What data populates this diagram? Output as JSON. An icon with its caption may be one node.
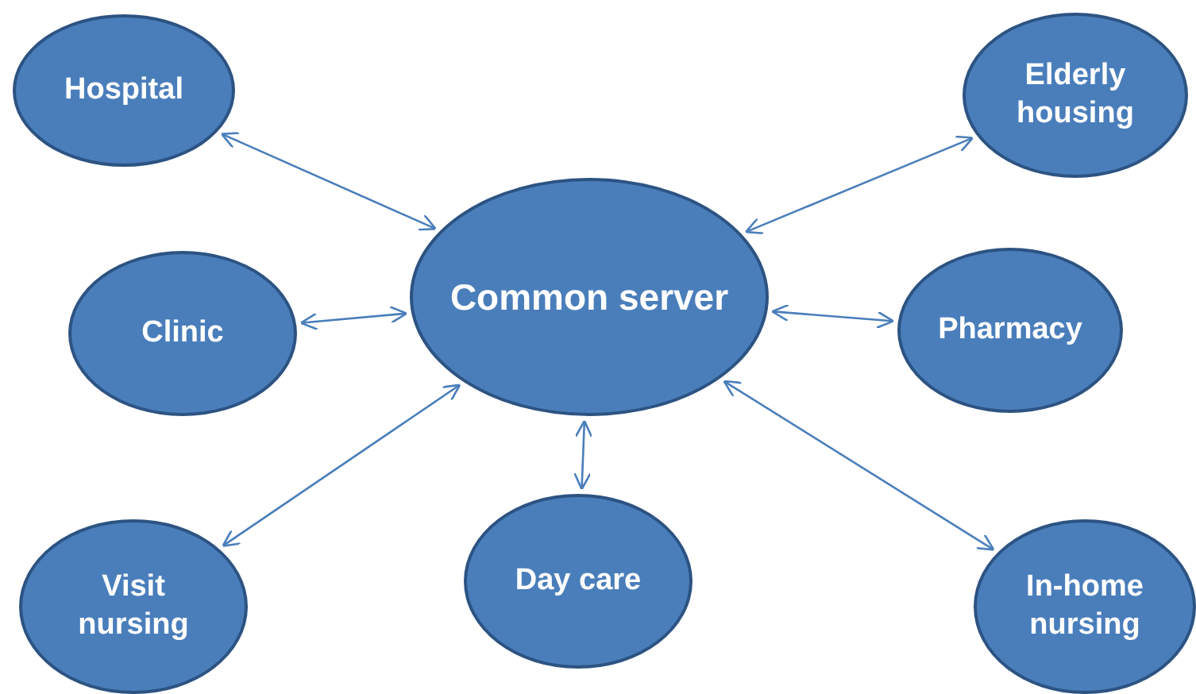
{
  "diagram": {
    "nodes": [
      {
        "text": [
          "Hospital"
        ]
      },
      {
        "text": [
          "Elderly housing"
        ]
      },
      {
        "text": [
          "Common server"
        ]
      },
      {
        "text": [
          "Clinic"
        ]
      },
      {
        "text": [
          "Pharmacy"
        ]
      },
      {
        "text": [
          "Visit nursing"
        ]
      },
      {
        "text": [
          "Day care"
        ]
      },
      {
        "text": [
          "In-home nursing"
        ]
      }
    ],
    "edges": [
      {
        "from": 2,
        "to": 0,
        "arrow": "both"
      },
      {
        "from": 2,
        "to": 1,
        "arrow": "both"
      },
      {
        "from": 2,
        "to": 3,
        "arrow": "both"
      },
      {
        "from": 2,
        "to": 4,
        "arrow": "both"
      },
      {
        "from": 2,
        "to": 5,
        "arrow": "both"
      },
      {
        "from": 2,
        "to": 6,
        "arrow": "both"
      },
      {
        "from": 2,
        "to": 7,
        "arrow": "both"
      }
    ]
  }
}
